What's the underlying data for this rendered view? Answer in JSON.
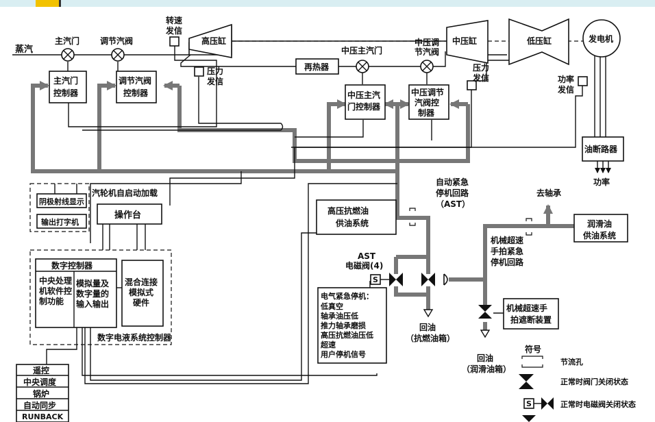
{
  "inputs": {
    "steam": "蒸汽"
  },
  "valves": {
    "main_stop": "主汽门",
    "control": "调节汽阀",
    "ip_stop": "中压主汽门",
    "ip_control_l1": "中压调",
    "ip_control_l2": "节汽阀"
  },
  "controllers": {
    "main_stop_l1": "主汽门",
    "main_stop_l2": "控制器",
    "control_l1": "调节汽阀",
    "control_l2": "控制器",
    "ip_stop_l1": "中压主汽",
    "ip_stop_l2": "门控制器",
    "ip_control_l1": "中压调节",
    "ip_control_l2": "汽阀控",
    "ip_control_l3": "制器"
  },
  "turbines": {
    "hp": "高压缸",
    "ip": "中压缸",
    "lp": "低压缸",
    "generator": "发电机"
  },
  "reheater": "再热器",
  "sensors": {
    "speed_l1": "转速",
    "speed_l2": "发信",
    "pressure1_l1": "压力",
    "pressure1_l2": "发信",
    "pressure2_l1": "压力",
    "pressure2_l2": "发信",
    "power_l1": "功率",
    "power_l2": "发信"
  },
  "breaker": "油断路器",
  "power_out": "功率",
  "crt": {
    "auto_start": "汽轮机自启动加载",
    "crt_display": "阴极射线显示",
    "printer": "输出打字机"
  },
  "console": "操作台",
  "dehc": {
    "digital_controller": "数字控制器",
    "cpu_l1": "中央处理",
    "cpu_l2": "机软件控",
    "cpu_l3": "制功能",
    "io_l1": "模拟量及",
    "io_l2": "数字量的",
    "io_l3": "输入输出",
    "hybrid_l1": "混合连接",
    "hybrid_l2": "模拟式",
    "hybrid_l3": "硬件",
    "title": "数字电液系统控制器"
  },
  "remote_inputs": [
    "遥控",
    "中央调度",
    "锅炉",
    "自动同步",
    "RUNBACK"
  ],
  "hp_fuel": {
    "l1": "高压抗燃油",
    "l2": "供油系统"
  },
  "ast": {
    "l1": "自动紧急",
    "l2": "停机回路",
    "l3": "（AST）",
    "valve_l1": "AST",
    "valve_l2": "电磁阀(4)",
    "solenoid": "S"
  },
  "emergency": {
    "title": "电气紧急停机：",
    "items": [
      "低真空",
      "轴承油压低",
      "推力轴承磨损",
      "高压抗燃油压低",
      "超速",
      "用户停机信号"
    ]
  },
  "return_fuel": {
    "l1": "回油",
    "l2": "（抗燃油箱）"
  },
  "lube": {
    "to_bearing": "去轴承",
    "system_l1": "润滑油",
    "system_l2": "供油系统"
  },
  "mech_trip": {
    "l1": "机械超速",
    "l2": "手拍紧急",
    "l3": "停机回路"
  },
  "mech_device": {
    "l1": "机械超速手",
    "l2": "拍遮断装置"
  },
  "return_lube": {
    "l1": "回油",
    "l2": "（润滑油箱）"
  },
  "legend": {
    "title": "符号",
    "orifice": "节流孔",
    "closed_valve": "正常时阀门关闭状态",
    "solenoid_label": "S",
    "solenoid_closed": "正常时电磁阀关闭状态"
  }
}
